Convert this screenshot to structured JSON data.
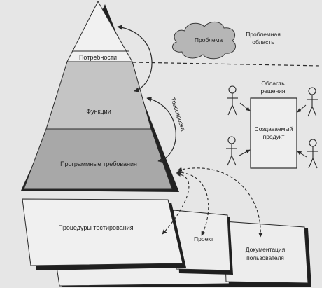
{
  "pyramid": {
    "needs": "Потребности",
    "functions": "Функции",
    "software_requirements": "Программные требования"
  },
  "problem": {
    "cloud_label": "Проблема",
    "area_line1": "Проблемная",
    "area_line2": "область"
  },
  "solution": {
    "area_line1": "Область",
    "area_line2": "решения",
    "product_line1": "Создаваемый",
    "product_line2": "продукт"
  },
  "traceability_label": "Трассировка",
  "layers": {
    "testing_procedures": "Процедуры тестирования",
    "project": "Проект",
    "user_docs_line1": "Документация",
    "user_docs_line2": "пользователя"
  },
  "colors": {
    "background": "#e6e6e6",
    "needs_fill": "#f1f1f1",
    "functions_fill": "#c4c4c4",
    "requirements_fill": "#a8a8a8",
    "shadow": "#2a2a2a",
    "line": "#2a2a2a"
  }
}
